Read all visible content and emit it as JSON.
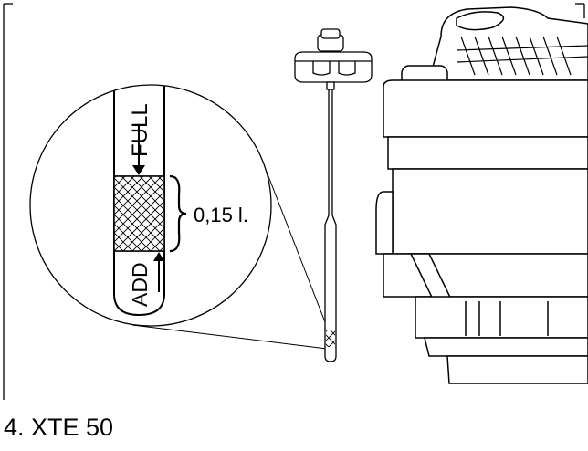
{
  "labels": {
    "full": "FULL",
    "add": "ADD",
    "capacity": "0,15 l."
  },
  "caption": "4. XTE 50",
  "colors": {
    "line": "#000000",
    "background": "#ffffff"
  }
}
